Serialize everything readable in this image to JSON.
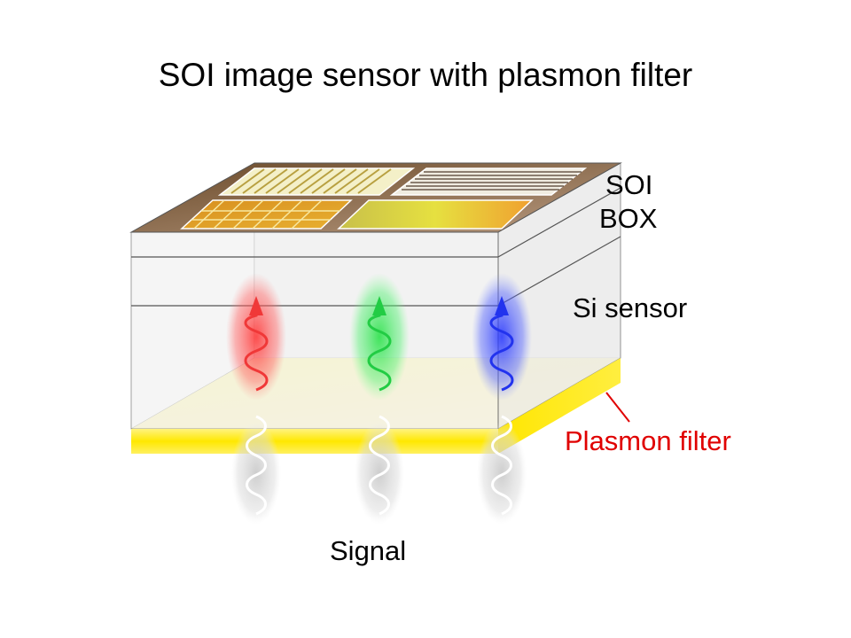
{
  "title": "SOI image sensor with plasmon filter",
  "labels": {
    "soi": "SOI",
    "box": "BOX",
    "si_sensor": "Si sensor",
    "plasmon_filter": "Plasmon filter",
    "signal": "Signal"
  },
  "colors": {
    "plasmon_label": "#e00000",
    "red_channel": "#f03030",
    "green_channel": "#22cc44",
    "blue_channel": "#2233ee",
    "filter_yellow": "#ffee00"
  }
}
